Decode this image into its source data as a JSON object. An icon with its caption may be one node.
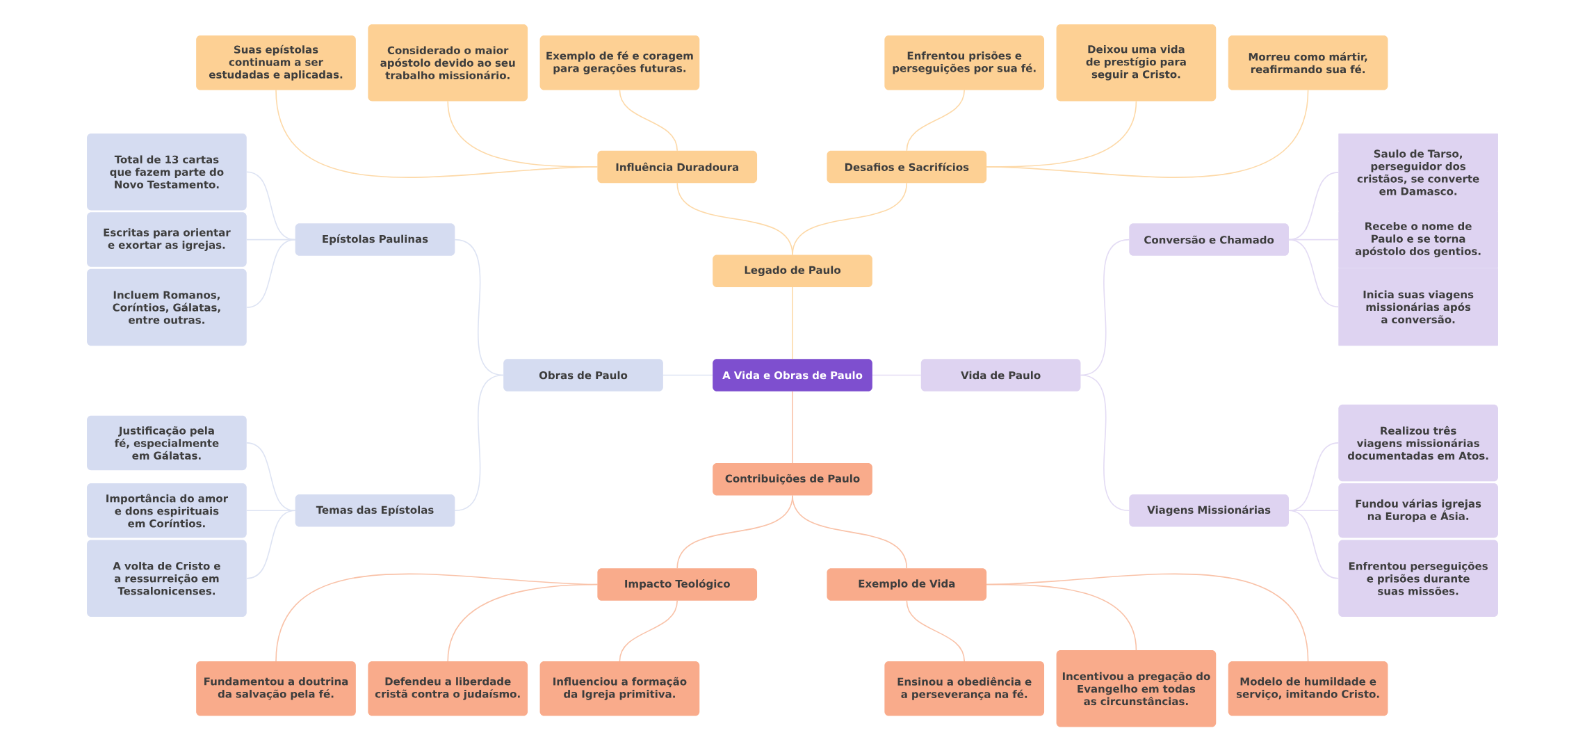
{
  "diagram": {
    "nodes": [
      {
        "text": [
          "A Vida e Obras de Paulo"
        ]
      },
      {
        "text": [
          "Legado de Paulo"
        ]
      },
      {
        "text": [
          "Influência Duradoura"
        ]
      },
      {
        "text": [
          "Desafios e Sacrifícios"
        ]
      },
      {
        "text": [
          "Suas epístolas continuam a ser estudadas e aplicadas."
        ]
      },
      {
        "text": [
          "Considerado o maior apóstolo devido ao seu trabalho missionário."
        ]
      },
      {
        "text": [
          "Exemplo de fé e coragem para gerações futuras."
        ]
      },
      {
        "text": [
          "Enfrentou prisões e perseguições por sua fé."
        ]
      },
      {
        "text": [
          "Deixou uma vida de prestígio para seguir a Cristo."
        ]
      },
      {
        "text": [
          "Morreu como mártir, reafirmando sua fé."
        ]
      },
      {
        "text": [
          "Obras de Paulo"
        ]
      },
      {
        "text": [
          "Epístolas Paulinas"
        ]
      },
      {
        "text": [
          "Total de 13 cartas que fazem parte do Novo Testamento."
        ]
      },
      {
        "text": [
          "Escritas para orientar e exortar as igrejas."
        ]
      },
      {
        "text": [
          "Incluem Romanos, Coríntios, Gálatas, entre outras."
        ]
      },
      {
        "text": [
          "Temas das Epístolas"
        ]
      },
      {
        "text": [
          "Justificação pela fé, especialmente em Gálatas."
        ]
      },
      {
        "text": [
          "Importância do amor e dons espirituais em Coríntios."
        ]
      },
      {
        "text": [
          "A volta de Cristo e a ressurreição em Tessalonicenses."
        ]
      },
      {
        "text": [
          "Vida de Paulo"
        ]
      },
      {
        "text": [
          "Conversão e Chamado"
        ]
      },
      {
        "text": [
          "Saulo de Tarso, perseguidor dos cristãos, se converte em Damasco."
        ]
      },
      {
        "text": [
          "Recebe o nome de Paulo e se torna apóstolo dos gentios."
        ]
      },
      {
        "text": [
          "Inicia suas viagens missionárias após a conversão."
        ]
      },
      {
        "text": [
          "Viagens Missionárias"
        ]
      },
      {
        "text": [
          "Realizou três viagens missionárias documentadas em Atos."
        ]
      },
      {
        "text": [
          "Fundou várias igrejas na Europa e Ásia."
        ]
      },
      {
        "text": [
          "Enfrentou perseguições e prisões durante suas missões."
        ]
      },
      {
        "text": [
          "Contribuições de Paulo"
        ]
      },
      {
        "text": [
          "Impacto Teológico"
        ]
      },
      {
        "text": [
          "Exemplo de Vida"
        ]
      },
      {
        "text": [
          "Fundamentou a doutrina da salvação pela fé."
        ]
      },
      {
        "text": [
          "Defendeu a liberdade cristã contra o judaísmo."
        ]
      },
      {
        "text": [
          "Influenciou a formação da Igreja primitiva."
        ]
      },
      {
        "text": [
          "Ensinou a obediência e a perseverança na fé."
        ]
      },
      {
        "text": [
          "Incentivou a pregação do Evangelho em todas as circunstâncias."
        ]
      },
      {
        "text": [
          "Modelo de humildade e serviço, imitando Cristo."
        ]
      }
    ],
    "edges": [
      {
        "from": 0,
        "to": 1,
        "arrow": "none",
        "color": "#fdd9a8"
      },
      {
        "from": 1,
        "to": 2,
        "arrow": "none",
        "color": "#fdd9a8"
      },
      {
        "from": 1,
        "to": 3,
        "arrow": "none",
        "color": "#fdd9a8"
      },
      {
        "from": 2,
        "to": 4,
        "arrow": "none",
        "color": "#fdd9a8"
      },
      {
        "from": 2,
        "to": 5,
        "arrow": "none",
        "color": "#fdd9a8"
      },
      {
        "from": 2,
        "to": 6,
        "arrow": "none",
        "color": "#fdd9a8"
      },
      {
        "from": 3,
        "to": 7,
        "arrow": "none",
        "color": "#fdd9a8"
      },
      {
        "from": 3,
        "to": 8,
        "arrow": "none",
        "color": "#fdd9a8"
      },
      {
        "from": 3,
        "to": 9,
        "arrow": "none",
        "color": "#fdd9a8"
      },
      {
        "from": 0,
        "to": 10,
        "arrow": "none",
        "color": "#dde3f3"
      },
      {
        "from": 10,
        "to": 11,
        "arrow": "none",
        "color": "#dde3f3"
      },
      {
        "from": 11,
        "to": 12,
        "arrow": "none",
        "color": "#dde3f3"
      },
      {
        "from": 11,
        "to": 13,
        "arrow": "none",
        "color": "#dde3f3"
      },
      {
        "from": 11,
        "to": 14,
        "arrow": "none",
        "color": "#dde3f3"
      },
      {
        "from": 10,
        "to": 15,
        "arrow": "none",
        "color": "#dde3f3"
      },
      {
        "from": 15,
        "to": 16,
        "arrow": "none",
        "color": "#dde3f3"
      },
      {
        "from": 15,
        "to": 17,
        "arrow": "none",
        "color": "#dde3f3"
      },
      {
        "from": 15,
        "to": 18,
        "arrow": "none",
        "color": "#dde3f3"
      },
      {
        "from": 0,
        "to": 19,
        "arrow": "none",
        "color": "#e3dbf4"
      },
      {
        "from": 19,
        "to": 20,
        "arrow": "none",
        "color": "#e3dbf4"
      },
      {
        "from": 20,
        "to": 21,
        "arrow": "none",
        "color": "#e3dbf4"
      },
      {
        "from": 20,
        "to": 22,
        "arrow": "none",
        "color": "#e3dbf4"
      },
      {
        "from": 20,
        "to": 23,
        "arrow": "none",
        "color": "#e3dbf4"
      },
      {
        "from": 19,
        "to": 24,
        "arrow": "none",
        "color": "#e3dbf4"
      },
      {
        "from": 24,
        "to": 25,
        "arrow": "none",
        "color": "#e3dbf4"
      },
      {
        "from": 24,
        "to": 26,
        "arrow": "none",
        "color": "#e3dbf4"
      },
      {
        "from": 24,
        "to": 27,
        "arrow": "none",
        "color": "#e3dbf4"
      },
      {
        "from": 0,
        "to": 28,
        "arrow": "none",
        "color": "#f9c2a8"
      },
      {
        "from": 28,
        "to": 29,
        "arrow": "none",
        "color": "#f9c2a8"
      },
      {
        "from": 28,
        "to": 30,
        "arrow": "none",
        "color": "#f9c2a8"
      },
      {
        "from": 29,
        "to": 31,
        "arrow": "none",
        "color": "#f9c2a8"
      },
      {
        "from": 29,
        "to": 32,
        "arrow": "none",
        "color": "#f9c2a8"
      },
      {
        "from": 29,
        "to": 33,
        "arrow": "none",
        "color": "#f9c2a8"
      },
      {
        "from": 30,
        "to": 34,
        "arrow": "none",
        "color": "#f9c2a8"
      },
      {
        "from": 30,
        "to": 35,
        "arrow": "none",
        "color": "#f9c2a8"
      },
      {
        "from": 30,
        "to": 36,
        "arrow": "none",
        "color": "#f9c2a8"
      }
    ]
  }
}
